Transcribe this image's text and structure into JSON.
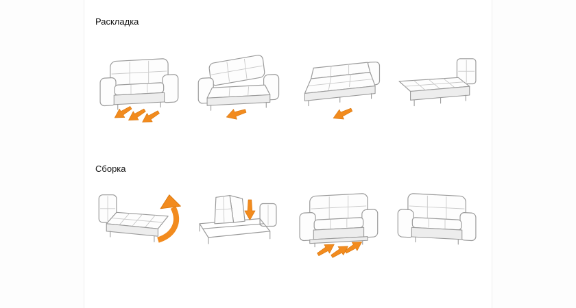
{
  "page": {
    "background": "#ffffff",
    "frame_border": "#ededed"
  },
  "colors": {
    "arrow_fill": "#F28B1E",
    "arrow_stroke": "#D9770F",
    "line": "#9A9A9A",
    "panel_fill": "#FDFDFD",
    "shade": "#EDEDED",
    "tuft": "#C9C9C9",
    "title_text": "#111111"
  },
  "icons": {
    "arrow": "orange-direction-arrow",
    "lift_arrow": "curved-lift-arrow"
  },
  "sections": [
    {
      "id": "unfolding",
      "title": "Раскладка",
      "steps": [
        "sofa-closed-pull-seat",
        "seat-platform-extended",
        "backrest-folding-flat",
        "bed-fully-unfolded"
      ]
    },
    {
      "id": "folding",
      "title": "Сборка",
      "steps": [
        "lift-bed-edge",
        "fold-mattress-down",
        "push-seat-back-in",
        "sofa-assembled"
      ]
    }
  ]
}
